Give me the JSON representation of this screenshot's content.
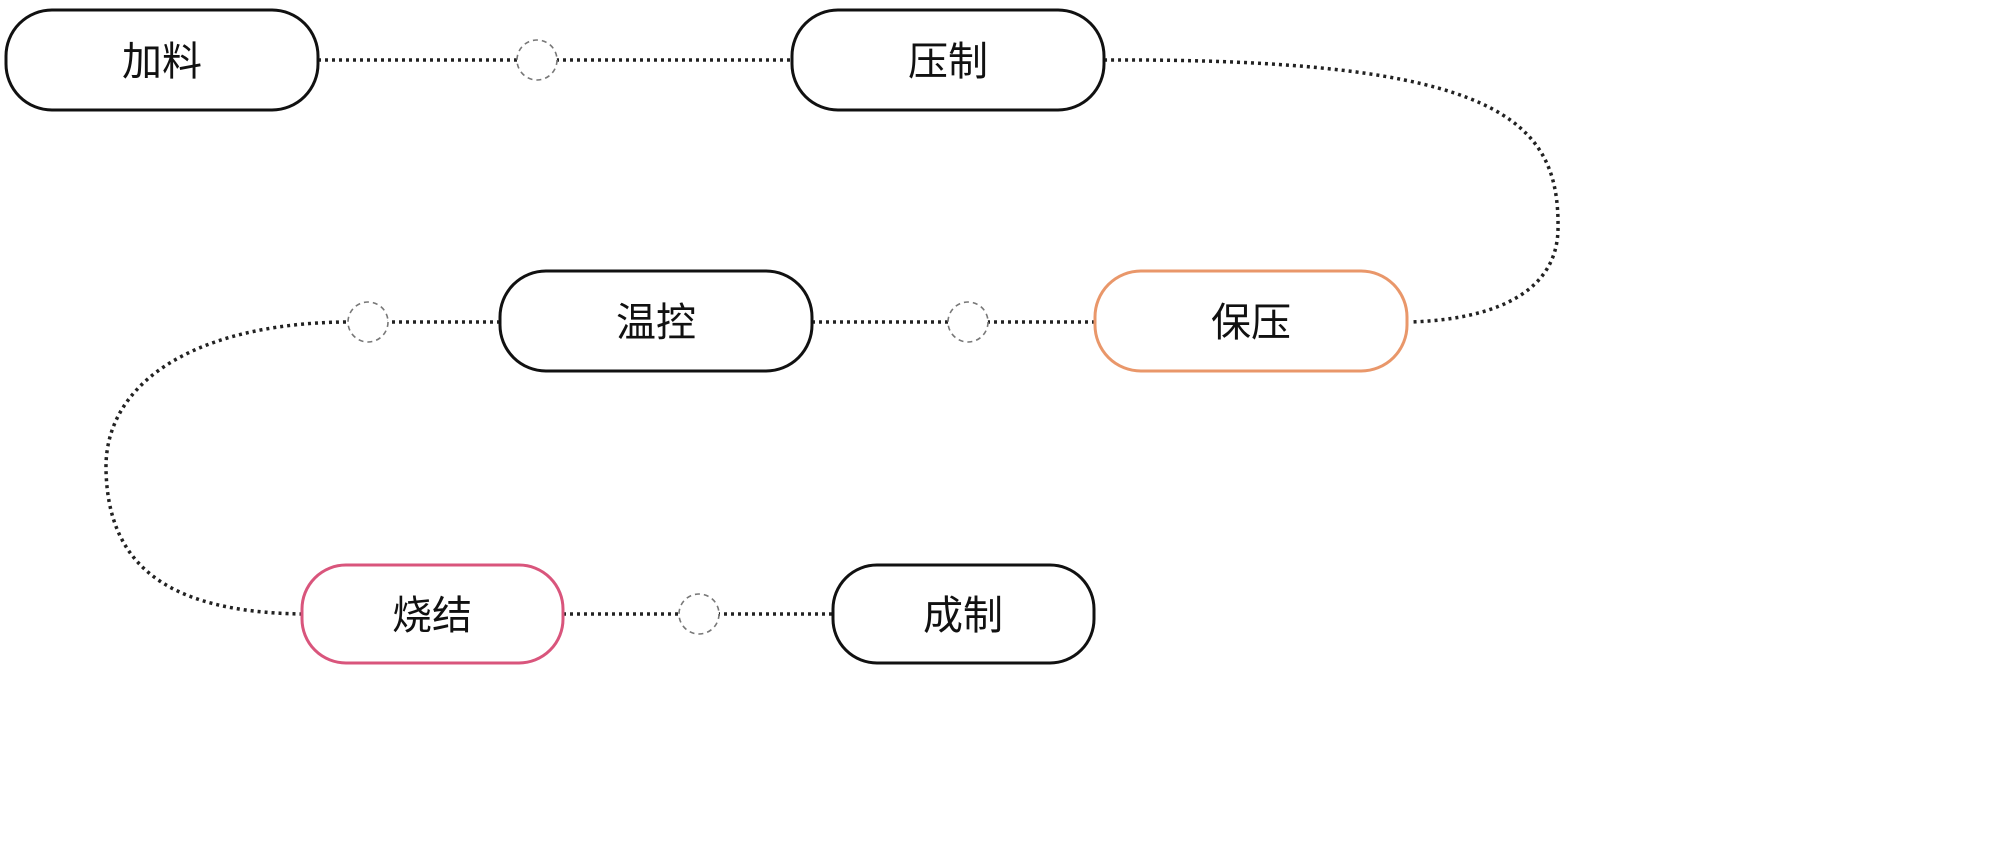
{
  "diagram": {
    "steps": [
      {
        "label": "加料",
        "border_color": "#111111"
      },
      {
        "label": "压制",
        "border_color": "#111111"
      },
      {
        "label": "保压",
        "border_color": "#E9976A"
      },
      {
        "label": "温控",
        "border_color": "#111111"
      },
      {
        "label": "烧结",
        "border_color": "#D9557C"
      },
      {
        "label": "成制",
        "border_color": "#111111"
      }
    ]
  }
}
